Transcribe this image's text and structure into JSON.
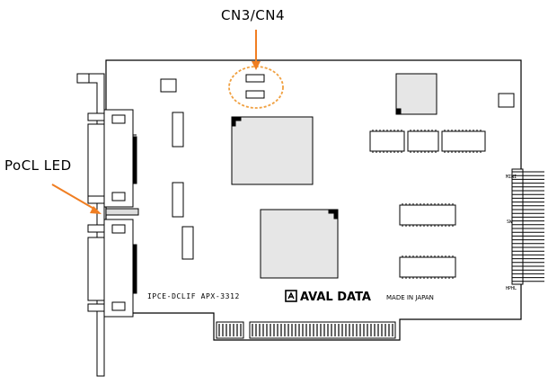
{
  "callouts": {
    "cn3_cn4": "CN3/CN4",
    "pocl_led": "PoCL LED"
  },
  "board": {
    "model_text": "IPCE-DCLIF  APX-3312",
    "brand": "AVAL DATA",
    "made_in": "MADE IN JAPAN",
    "pin_labels": [
      "MINI",
      "SW",
      "HPHL"
    ]
  },
  "colors": {
    "outline": "#000000",
    "callout_arrow": "#f07e22",
    "highlight_ring": "#f0a040",
    "chip_fill": "#e6e6e6",
    "board_fill": "#ffffff"
  }
}
